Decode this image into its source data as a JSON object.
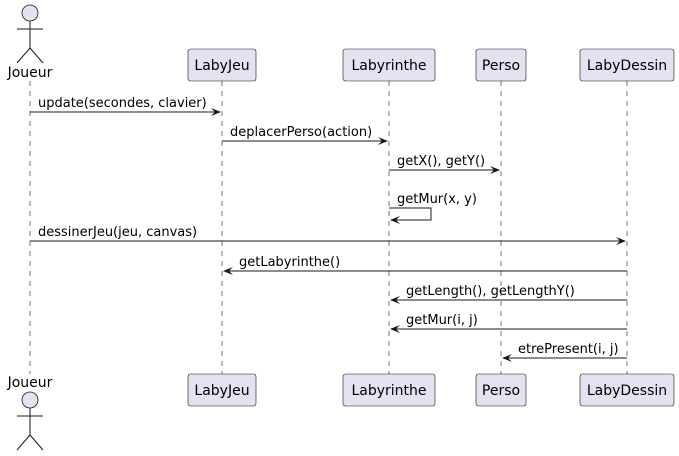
{
  "participants": [
    {
      "id": "joueur",
      "label": "Joueur",
      "kind": "actor"
    },
    {
      "id": "labyjeu",
      "label": "LabyJeu",
      "kind": "participant"
    },
    {
      "id": "labyrinthe",
      "label": "Labyrinthe",
      "kind": "participant"
    },
    {
      "id": "perso",
      "label": "Perso",
      "kind": "participant"
    },
    {
      "id": "labydessin",
      "label": "LabyDessin",
      "kind": "participant"
    }
  ],
  "messages": [
    {
      "from": "joueur",
      "to": "labyjeu",
      "label": "update(secondes, clavier)"
    },
    {
      "from": "labyjeu",
      "to": "labyrinthe",
      "label": "deplacerPerso(action)"
    },
    {
      "from": "labyrinthe",
      "to": "perso",
      "label": "getX(), getY()"
    },
    {
      "from": "labyrinthe",
      "to": "labyrinthe",
      "label": "getMur(x, y)"
    },
    {
      "from": "joueur",
      "to": "labydessin",
      "label": "dessinerJeu(jeu, canvas)"
    },
    {
      "from": "labydessin",
      "to": "labyjeu",
      "label": "getLabyrinthe()"
    },
    {
      "from": "labydessin",
      "to": "labyrinthe",
      "label": "getLength(), getLengthY()"
    },
    {
      "from": "labydessin",
      "to": "labyrinthe",
      "label": "getMur(i, j)"
    },
    {
      "from": "labydessin",
      "to": "perso",
      "label": "etrePresent(i, j)"
    }
  ],
  "colors": {
    "participant_fill": "#e2e2f0",
    "stroke": "#181818",
    "text": "#000000"
  }
}
